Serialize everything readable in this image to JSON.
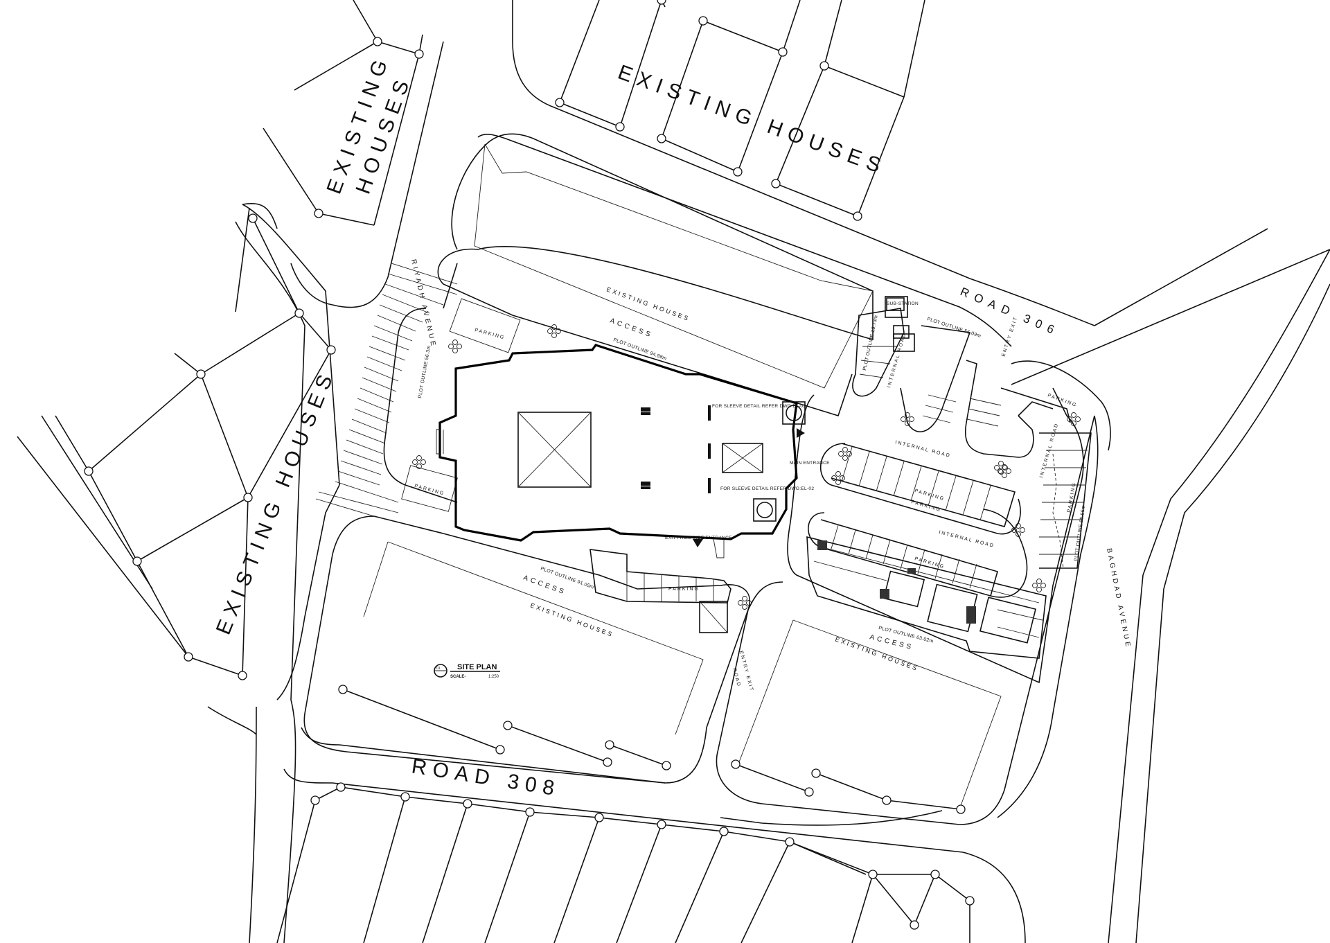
{
  "labels": {
    "existing_houses_top": "EXISTING HOUSES",
    "existing_houses_top_left_1": "EXISTING",
    "existing_houses_top_left_2": "HOUSES",
    "existing_houses_left": "EXISTING HOUSES",
    "road_306": "ROAD 306",
    "road_308": "ROAD 308",
    "baghdad_avenue": "BAGHDAD AVENUE",
    "riyadh_avenue": "RIYADH AVENUE",
    "access_north": "ACCESS",
    "existing_houses_north": "EXISTING HOUSES",
    "plot_outline_north": "PLOT OUTLINE 94.98m",
    "access_south": "ACCESS",
    "existing_houses_south": "EXISTING HOUSES",
    "plot_outline_south": "PLOT OUTLINE 91.05m",
    "access_southeast": "ACCESS",
    "existing_houses_southeast": "EXISTING HOUSES",
    "plot_outline_southeast": "PLOT OUTLINE 63.02m",
    "plot_outline_west": "PLOT OUTLINE 56.3m",
    "plot_outline_east": "PLOT OUTLINE 65.56m",
    "plot_outline_ne_1": "PLOT OUTLINE 56.09m",
    "plot_outline_ne_2": "PLOT OUTLINE 29.73m",
    "parking_nw": "PARKING",
    "parking_w": "PARKING",
    "parking_south": "PARKING",
    "parking_mid_1": "PARKING",
    "parking_mid_2": "PARKING",
    "parking_lower": "PARKING",
    "parking_e": "PARKING",
    "parking_ne": "PARKING",
    "internal_road_1": "INTERNAL ROAD",
    "internal_road_2": "INTERNAL ROAD",
    "internal_road_3": "INTERNAL ROAD",
    "internal_road_4": "INTERNAL ROAD",
    "entry_exit_ne": "ENTRY EXIT",
    "entry_exit_south": "ENTRY EXIT",
    "road_short": "ROAD",
    "sleeve_note_1": "FOR SLEEVE DETAIL REFER DWG:EL-02",
    "sleeve_note_2": "FOR SLEEVE DETAIL REFER DWG:EL-02",
    "side_entrance": "EXIT FROM SIDE ENTRANCE",
    "main_entrance": "MAIN ENTRANCE",
    "sub_station": "SUB-STATION",
    "site_plan_number": "01",
    "site_plan_title": "SITE PLAN",
    "site_plan_scale_label": "SCALE-",
    "site_plan_scale_value": "1:250"
  },
  "colors": {
    "line": "#111111",
    "background": "#ffffff"
  }
}
